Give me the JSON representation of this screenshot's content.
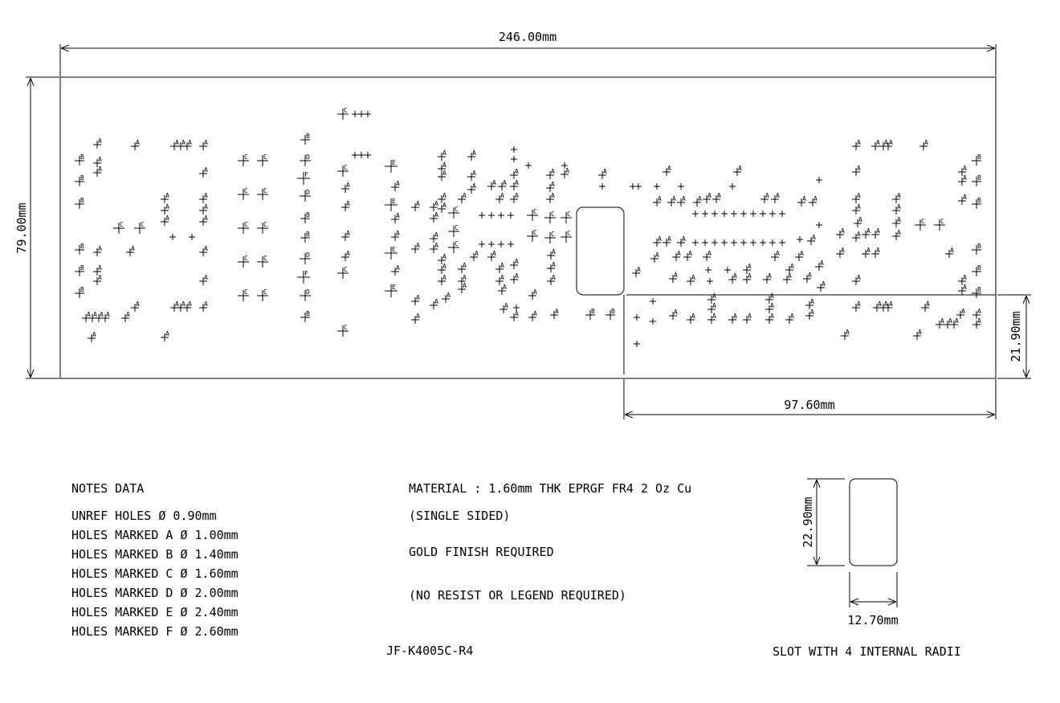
{
  "drawing": {
    "part_number": "JF-K4005C-R4",
    "colors": {
      "ink": "#000000",
      "paper": "#ffffff"
    }
  },
  "dimensions": {
    "overall_width": "246.00mm",
    "overall_height": "79.00mm",
    "lower_section_width": "97.60mm",
    "lower_section_height": "21.90mm",
    "slot_height": "22.90mm",
    "slot_width": "12.70mm"
  },
  "notes": {
    "title": "NOTES DATA",
    "holes": [
      "UNREF HOLES Ø 0.90mm",
      "HOLES MARKED A Ø 1.00mm",
      "HOLES MARKED B Ø 1.40mm",
      "HOLES MARKED C Ø 1.60mm",
      "HOLES MARKED D Ø 2.00mm",
      "HOLES MARKED E Ø 2.40mm",
      "HOLES MARKED F Ø 2.60mm"
    ]
  },
  "material": {
    "line1": "MATERIAL : 1.60mm THK EPRGF FR4 2 Oz Cu",
    "line2": "(SINGLE SIDED)",
    "line3": "GOLD FINISH REQUIRED",
    "line4": "(NO RESIST OR LEGEND REQUIRED)"
  },
  "slot_detail": {
    "caption": "SLOT WITH 4 INTERNAL RADII"
  }
}
